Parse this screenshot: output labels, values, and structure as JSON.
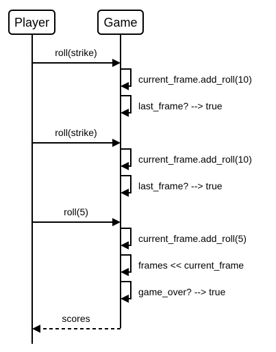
{
  "participants": {
    "player": "Player",
    "game": "Game"
  },
  "messages": {
    "m1": "roll(strike)",
    "m2": "roll(strike)",
    "m3": "roll(5)",
    "m4": "scores"
  },
  "self_calls": {
    "s1": "current_frame.add_roll(10)",
    "s2": "last_frame? --> true",
    "s3": "current_frame.add_roll(10)",
    "s4": "last_frame? --> true",
    "s5": "current_frame.add_roll(5)",
    "s6": "frames << current_frame",
    "s7": "game_over? --> true"
  },
  "colors": {
    "stroke": "#000000",
    "background": "#ffffff"
  }
}
